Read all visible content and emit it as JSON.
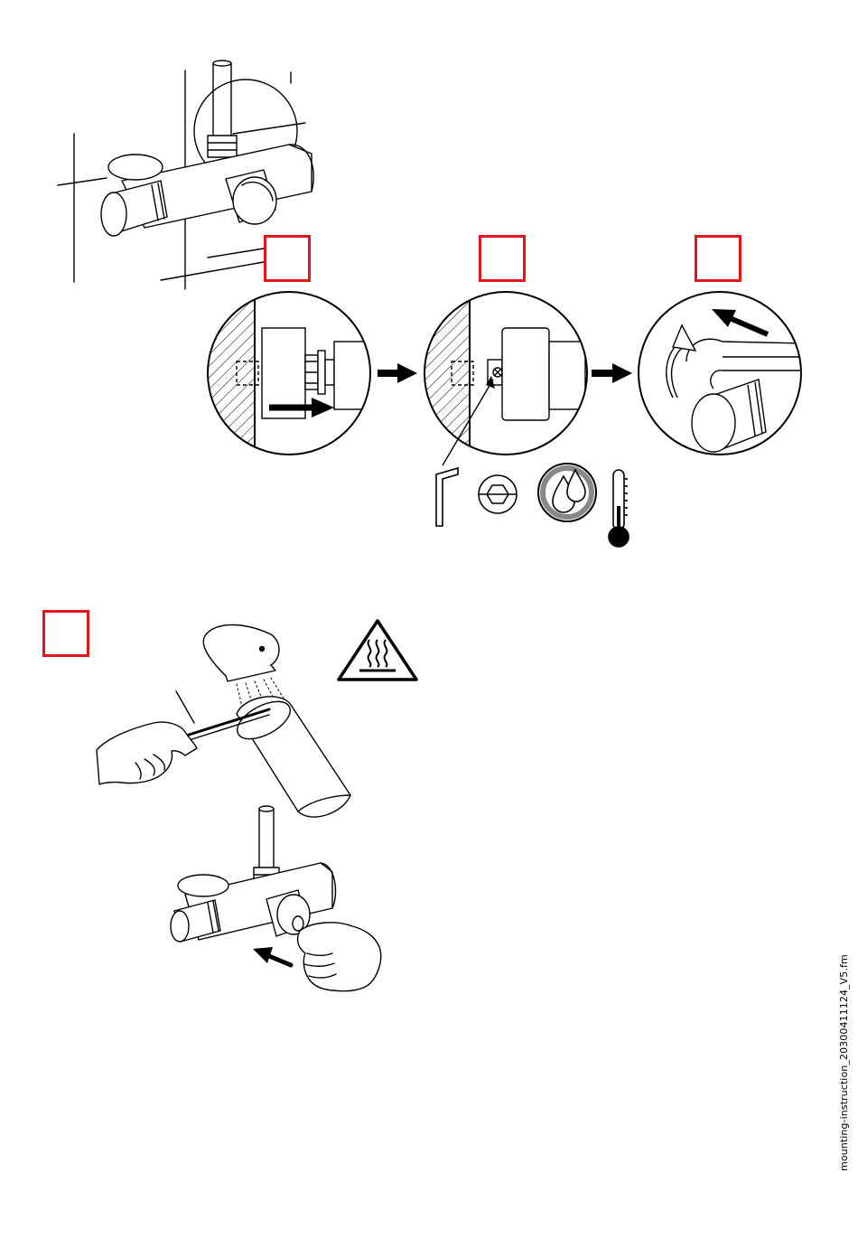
{
  "page": {
    "filename_label": "mounting-instruction_20300411124_V5.fm",
    "accent_color": "#e4141b",
    "line_color": "#000000"
  },
  "figures": [
    {
      "id": "faucet-overview",
      "depicts": "mixer-valve-with-pipe"
    },
    {
      "id": "step-1",
      "depicts": "thermostat-cartridge-insert",
      "step_marker": "empty-red-box"
    },
    {
      "id": "step-2",
      "depicts": "hex-screw-tighten",
      "step_marker": "empty-red-box"
    },
    {
      "id": "step-3",
      "depicts": "handle-rotate-push",
      "step_marker": "empty-red-box"
    },
    {
      "id": "step-4",
      "depicts": "temperature-check",
      "step_marker": "empty-red-box"
    }
  ],
  "icons": [
    "allen-key-icon",
    "hex-nut-icon",
    "water-drops-icon",
    "thermometer-icon",
    "hot-surface-warning-icon"
  ]
}
